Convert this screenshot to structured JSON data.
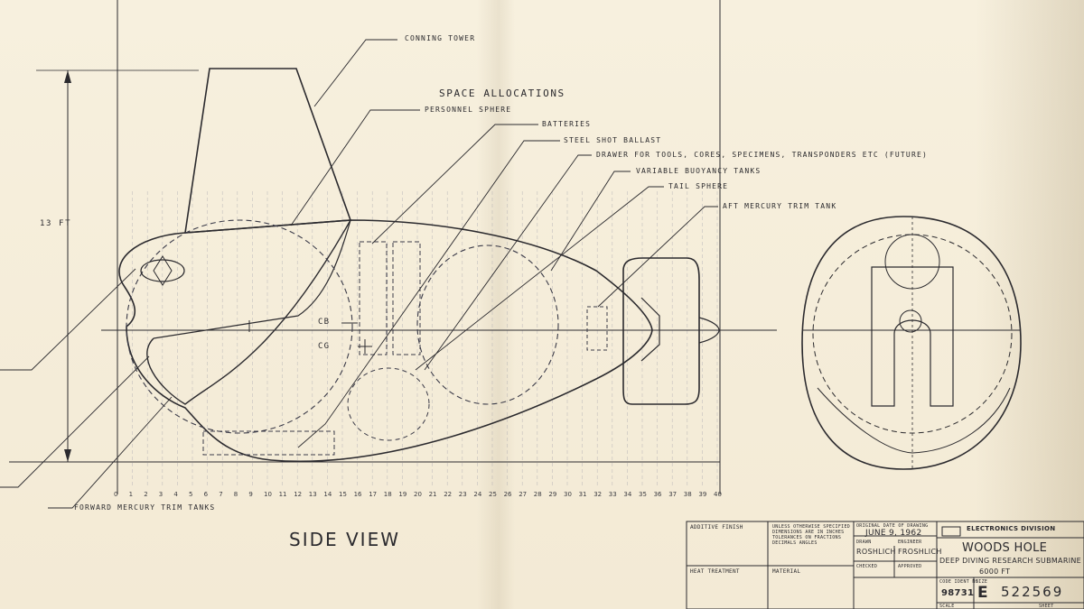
{
  "title": "SPACE ALLOCATIONS",
  "view_label": "SIDE VIEW",
  "height_label": "13 FT",
  "labels": {
    "conning_tower": "CONNING TOWER",
    "personnel_sphere": "PERSONNEL SPHERE",
    "batteries": "BATTERIES",
    "steel_shot": "STEEL SHOT BALLAST",
    "drawer": "DRAWER FOR TOOLS, CORES, SPECIMENS, TRANSPONDERS ETC (FUTURE)",
    "vbt": "VARIABLE BUOYANCY TANKS",
    "tail_sphere": "TAIL SPHERE",
    "aft_trim": "AFT MERCURY TRIM TANK",
    "fwd_trim": "FORWARD MERCURY TRIM TANKS",
    "cb": "CB",
    "cg": "CG"
  },
  "axis_ticks": [
    "0",
    "1",
    "2",
    "3",
    "4",
    "5",
    "6",
    "7",
    "8",
    "9",
    "10",
    "11",
    "12",
    "13",
    "14",
    "15",
    "16",
    "17",
    "18",
    "19",
    "20",
    "21",
    "22",
    "23",
    "24",
    "25",
    "26",
    "27",
    "28",
    "29",
    "30",
    "31",
    "32",
    "33",
    "34",
    "35",
    "36",
    "37",
    "38",
    "39",
    "40"
  ],
  "title_block": {
    "division": "ELECTRONICS DIVISION",
    "original_date_label": "ORIGINAL DATE OF DRAWING",
    "date": "JUNE 9, 1962",
    "drawn_label": "DRAWN",
    "drawn": "ROSHLICH",
    "engineer_label": "ENGINEER",
    "engineer": "FROSHLICH",
    "checked_label": "CHECKED",
    "approved_label": "APPROVED",
    "project_title": "WOODS HOLE",
    "project_subtitle": "DEEP DIVING RESEARCH SUBMARINE",
    "depth": "6000 FT",
    "code_label": "CODE IDENT NO",
    "size_label": "SIZE",
    "code": "98731",
    "size": "E",
    "drawing_no": "522569",
    "scale_label": "SCALE",
    "sheet_label": "SHEET",
    "finish_label": "ADDITIVE FINISH",
    "tolerance_note": "UNLESS OTHERWISE SPECIFIED DIMENSIONS ARE IN INCHES TOLERANCES ON FRACTIONS DECIMALS ANGLES",
    "heat_label": "HEAT TREATMENT",
    "material_label": "MATERIAL"
  },
  "colors": {
    "paper": "#f4ecd8",
    "ink": "#2b2a2e",
    "dash": "#6a6a78"
  }
}
